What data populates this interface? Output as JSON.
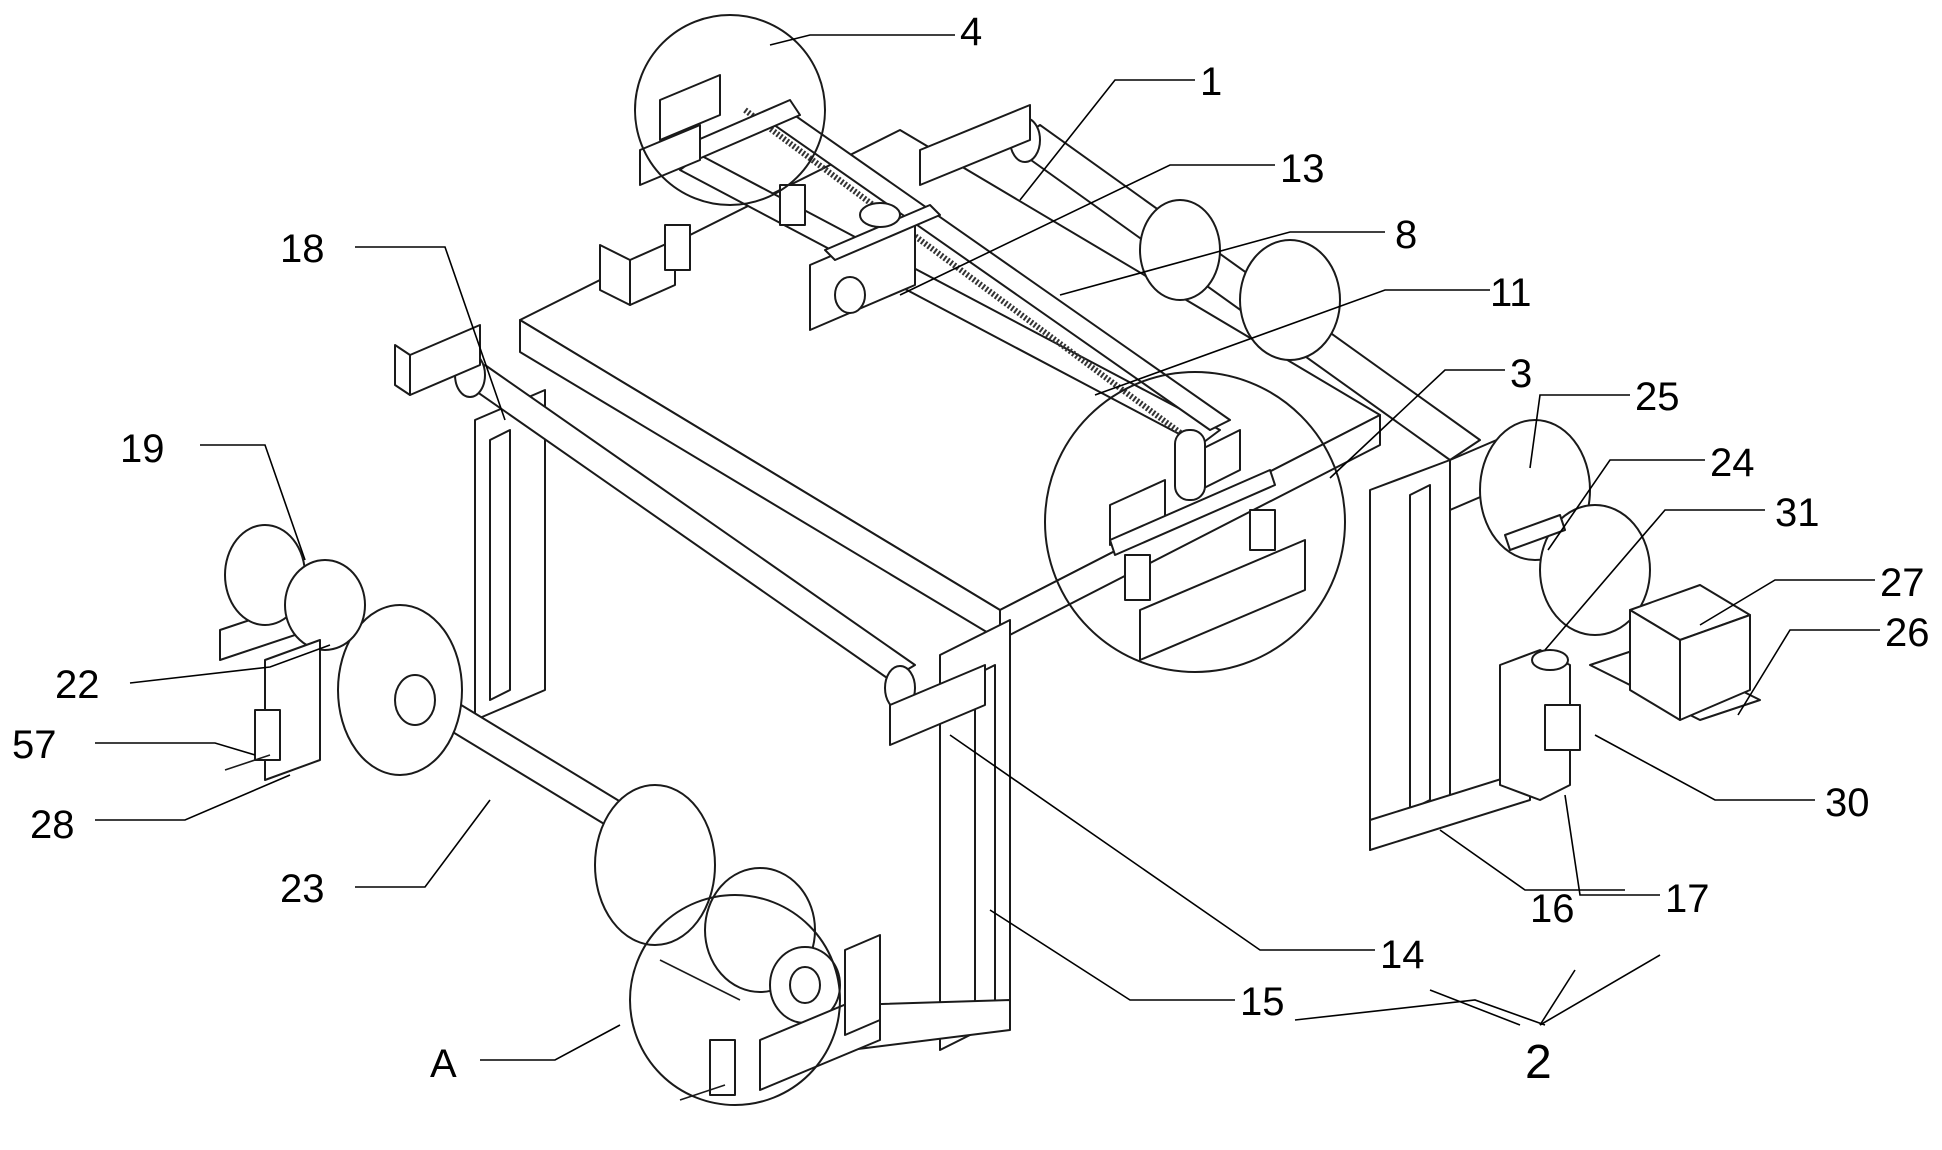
{
  "labels": {
    "l1": "1",
    "l2": "2",
    "l3": "3",
    "l4": "4",
    "l8": "8",
    "l11": "11",
    "l13": "13",
    "l14": "14",
    "l15": "15",
    "l16": "16",
    "l17": "17",
    "l18": "18",
    "l19": "19",
    "l22": "22",
    "l23": "23",
    "l24": "24",
    "l25": "25",
    "l26": "26",
    "l27": "27",
    "l28": "28",
    "l30": "30",
    "l31": "31",
    "l57": "57",
    "lA": "A"
  },
  "colors": {
    "line": "#1a1a1a",
    "background": "#ffffff"
  }
}
